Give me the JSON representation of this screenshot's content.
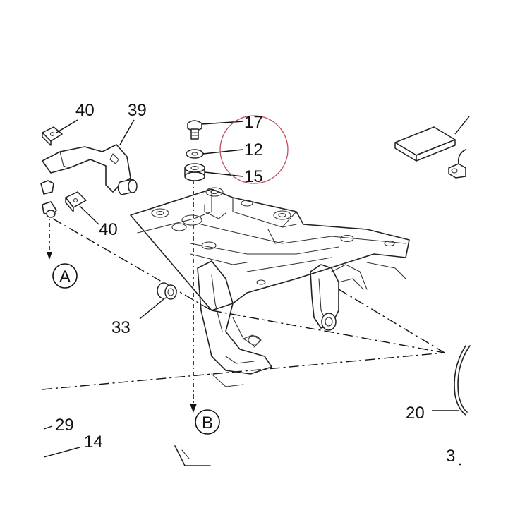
{
  "diagram": {
    "callouts": [
      {
        "id": "p40a",
        "text": "40"
      },
      {
        "id": "p39",
        "text": "39"
      },
      {
        "id": "p17",
        "text": "17"
      },
      {
        "id": "p12",
        "text": "12"
      },
      {
        "id": "p15",
        "text": "15"
      },
      {
        "id": "p40b",
        "text": "40"
      },
      {
        "id": "p33",
        "text": "33"
      },
      {
        "id": "p29",
        "text": "29"
      },
      {
        "id": "p14",
        "text": "14"
      },
      {
        "id": "p20",
        "text": "20"
      },
      {
        "id": "p3",
        "text": "3"
      }
    ],
    "refs": [
      {
        "id": "refA",
        "text": "A"
      },
      {
        "id": "refB",
        "text": "B"
      }
    ],
    "colors": {
      "line": "#222222",
      "highlight_circle": "#c0505a",
      "background": "#ffffff"
    }
  }
}
